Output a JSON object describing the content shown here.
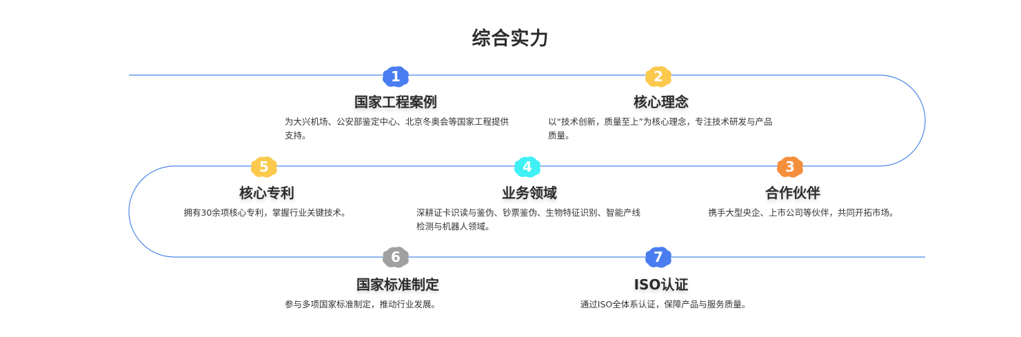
{
  "page": {
    "title": "综合实力"
  },
  "colors": {
    "track": "#4a86e8",
    "blue": "#4a7df0",
    "yellow": "#fbc94d",
    "orange": "#f58f3c",
    "cyan": "#3ff0f5",
    "gray": "#a0a0a0"
  },
  "items": [
    {
      "num": "1",
      "title": "国家工程案例",
      "desc": "为大兴机场、公安部鉴定中心、北京冬奥会等国家工程提供支持。",
      "color_key": "blue"
    },
    {
      "num": "2",
      "title": "核心理念",
      "desc": "以“技术创新，质量至上”为核心理念，专注技术研发与产品质量。",
      "color_key": "yellow"
    },
    {
      "num": "3",
      "title": "合作伙伴",
      "desc": "携手大型央企、上市公司等伙伴，共同开拓市场。",
      "color_key": "orange"
    },
    {
      "num": "4",
      "title": "业务领域",
      "desc": "深耕证卡识读与鉴伪、钞票鉴伪、生物特征识别、智能产线检测与机器人领域。",
      "color_key": "cyan"
    },
    {
      "num": "5",
      "title": "核心专利",
      "desc": "拥有30余项核心专利，掌握行业关键技术。",
      "color_key": "yellow"
    },
    {
      "num": "6",
      "title": "国家标准制定",
      "desc": "参与多项国家标准制定，推动行业发展。",
      "color_key": "gray"
    },
    {
      "num": "7",
      "title": "ISO认证",
      "desc": "通过ISO全体系认证，保障产品与服务质量。",
      "color_key": "blue"
    }
  ]
}
